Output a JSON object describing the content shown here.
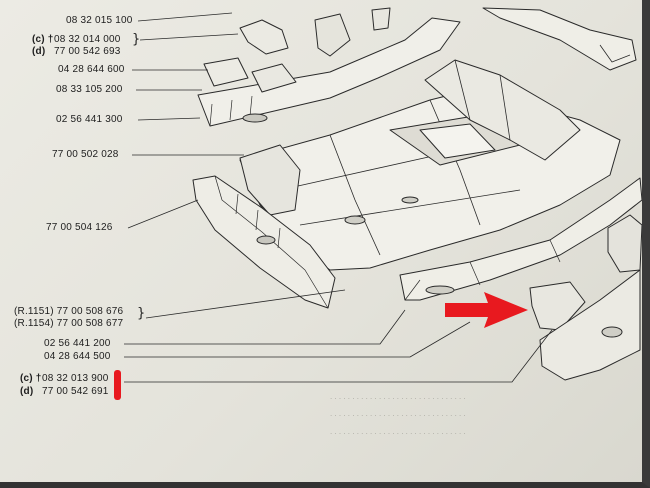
{
  "diagram": {
    "part_labels": [
      {
        "id": "p1",
        "prefix": "",
        "number": "08 32 015 100"
      },
      {
        "id": "p2",
        "prefix": "(c) †",
        "number": "08 32 014 000"
      },
      {
        "id": "p3",
        "prefix": "(d)",
        "number": "77 00 542 693"
      },
      {
        "id": "p4",
        "prefix": "",
        "number": "04 28 644 600"
      },
      {
        "id": "p5",
        "prefix": "",
        "number": "08 33 105 200"
      },
      {
        "id": "p6",
        "prefix": "",
        "number": "02 56 441 300"
      },
      {
        "id": "p7",
        "prefix": "",
        "number": "77 00 502 028"
      },
      {
        "id": "p8",
        "prefix": "",
        "number": "77 00 504 126"
      },
      {
        "id": "p9",
        "prefix": "(R.1151)",
        "number": "77 00 508 676"
      },
      {
        "id": "p10",
        "prefix": "(R.1154)",
        "number": "77 00 508 677"
      },
      {
        "id": "p11",
        "prefix": "",
        "number": "02 56 441 200"
      },
      {
        "id": "p12",
        "prefix": "",
        "number": "04 28 644 500"
      },
      {
        "id": "p13",
        "prefix": "(c) †",
        "number": "08 32 013 900"
      },
      {
        "id": "p14",
        "prefix": "(d)",
        "number": "77 00 542 691"
      }
    ],
    "highlight_color": "#e8191f",
    "line_color": "#2a2a2a",
    "paper_color": "#e9e8e1"
  }
}
